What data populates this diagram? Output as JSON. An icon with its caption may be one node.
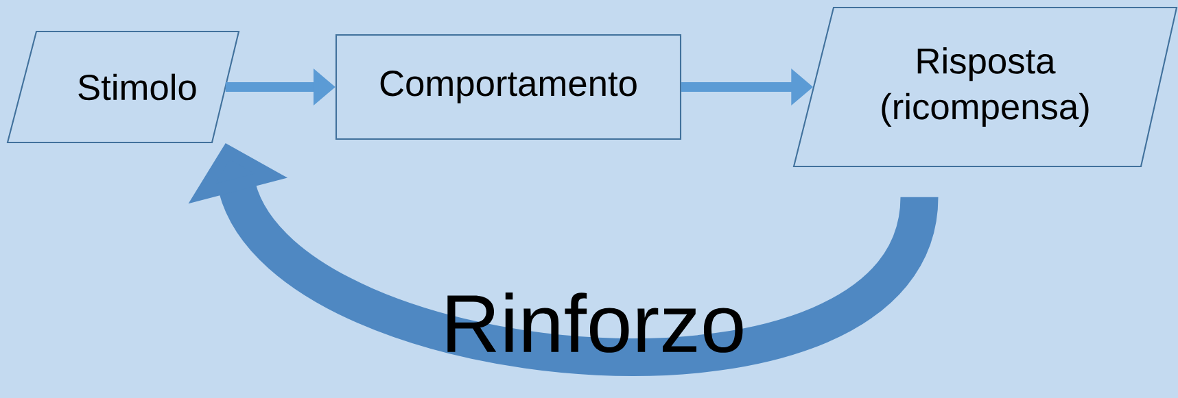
{
  "diagram": {
    "nodes": [
      {
        "text": [
          "Stimolo"
        ]
      },
      {
        "text": [
          "Comportamento"
        ]
      },
      {
        "text": [
          "Risposta (ricompensa)"
        ]
      }
    ],
    "edges": [
      {
        "from": 0,
        "to": 1,
        "arrow": "to"
      },
      {
        "from": 1,
        "to": 2,
        "arrow": "to"
      },
      {
        "from": 2,
        "to": 0,
        "arrow": "to",
        "label": "Rinforzo",
        "style": "thick",
        "color": "#4f88c2"
      }
    ]
  }
}
